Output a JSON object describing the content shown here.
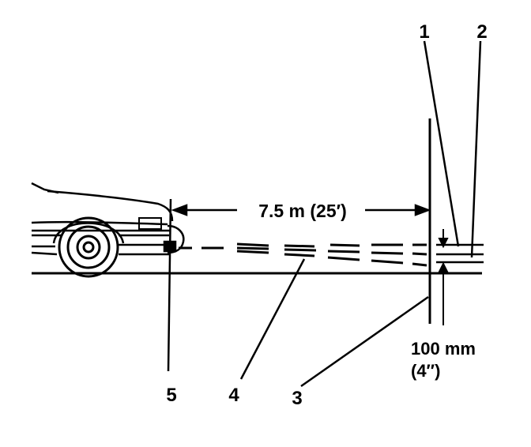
{
  "diagram": {
    "distance_label": "7.5 m (25′)",
    "drop_label_line1": "100 mm",
    "drop_label_line2": "(4″)",
    "callouts": [
      "1",
      "2",
      "3",
      "4",
      "5"
    ],
    "colors": {
      "ink": "#000000",
      "background": "#ffffff"
    }
  }
}
